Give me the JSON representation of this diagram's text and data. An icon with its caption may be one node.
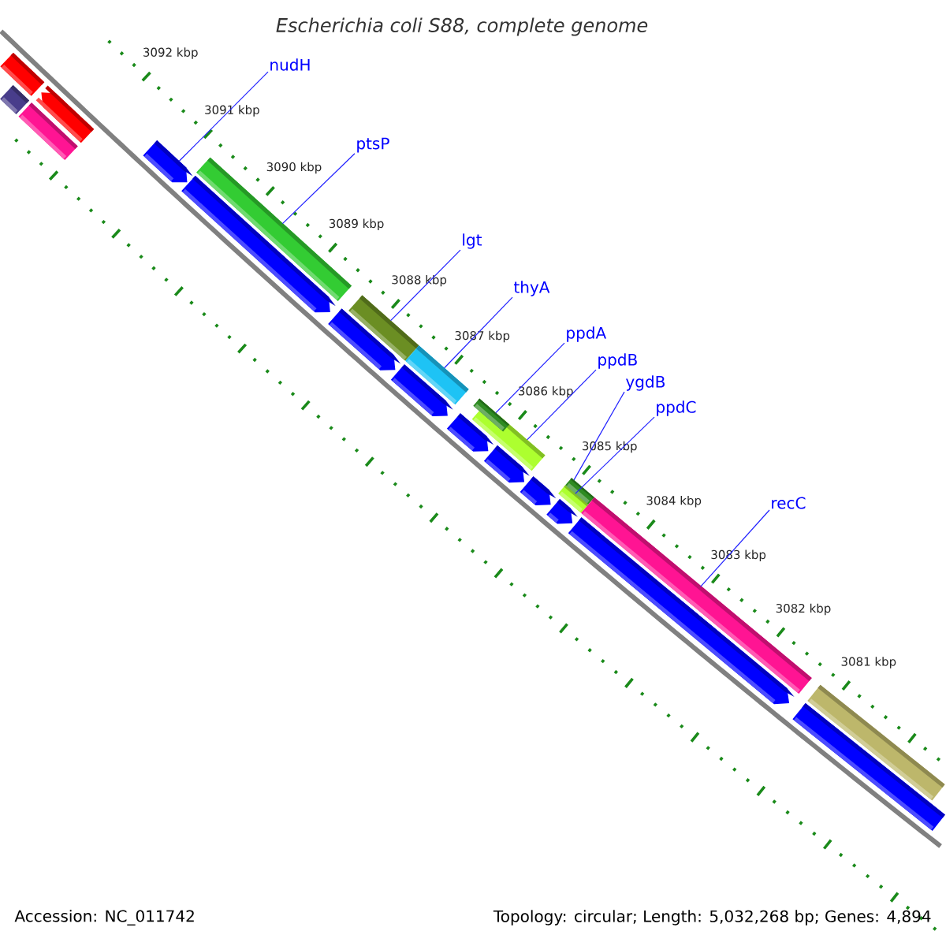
{
  "diagram": {
    "title": "Escherichia coli S88, complete genome",
    "nodes": [
      {
        "text": [
          "nudH"
        ]
      },
      {
        "text": [
          "ptsP"
        ]
      },
      {
        "text": [
          "lgt"
        ]
      },
      {
        "text": [
          "thyA"
        ]
      },
      {
        "text": [
          "ppdA"
        ]
      },
      {
        "text": [
          "ppdB"
        ]
      },
      {
        "text": [
          "ygdB"
        ]
      },
      {
        "text": [
          "ppdC"
        ]
      },
      {
        "text": [
          "recC"
        ]
      },
      {
        "text": [],
        "shape": "bar"
      },
      {
        "text": [],
        "shape": "bar"
      },
      {
        "text": [],
        "shape": "bar"
      },
      {
        "text": [],
        "shape": "bar"
      },
      {
        "text": [],
        "shape": "bar"
      },
      {
        "text": [],
        "shape": "bar"
      },
      {
        "text": [],
        "shape": "bar"
      },
      {
        "text": [],
        "shape": "bar"
      },
      {
        "text": [],
        "shape": "bar"
      },
      {
        "text": [],
        "shape": "bar"
      },
      {
        "text": [],
        "shape": "bar"
      },
      {
        "text": [],
        "shape": "bar"
      },
      {
        "text": [],
        "shape": "bar"
      },
      {
        "text": [],
        "shape": "bar"
      },
      {
        "text": [],
        "shape": "bar"
      },
      {
        "text": [],
        "shape": "bar"
      },
      {
        "text": [],
        "shape": "bar"
      },
      {
        "text": [],
        "shape": "bar"
      },
      {
        "text": [],
        "shape": "bar"
      },
      {
        "text": [],
        "shape": "bar"
      },
      {
        "text": [],
        "shape": "bar"
      },
      {
        "text": [],
        "shape": "bar"
      },
      {
        "text": [],
        "shape": "bar"
      }
    ],
    "edges": [
      {
        "from": 0,
        "to": 13,
        "arrow": "none"
      },
      {
        "from": 1,
        "to": 14,
        "arrow": "none"
      },
      {
        "from": 2,
        "to": 16,
        "arrow": "none"
      },
      {
        "from": 3,
        "to": 18,
        "arrow": "none"
      },
      {
        "from": 4,
        "to": 21,
        "arrow": "none"
      },
      {
        "from": 5,
        "to": 20,
        "arrow": "none"
      },
      {
        "from": 6,
        "to": 27,
        "arrow": "none"
      },
      {
        "from": 7,
        "to": 26,
        "arrow": "none"
      },
      {
        "from": 8,
        "to": 29,
        "arrow": "none"
      }
    ],
    "labels": [
      "3092 kbp",
      "3091 kbp",
      "3090 kbp",
      "3089 kbp",
      "3088 kbp",
      "3087 kbp",
      "3086 kbp",
      "3085 kbp",
      "3084 kbp",
      "3083 kbp",
      "3082 kbp",
      "3081 kbp",
      "Accession: NC_011742",
      "Topology: circular; Length: 5,032,268 bp; Genes: 4,894"
    ]
  }
}
